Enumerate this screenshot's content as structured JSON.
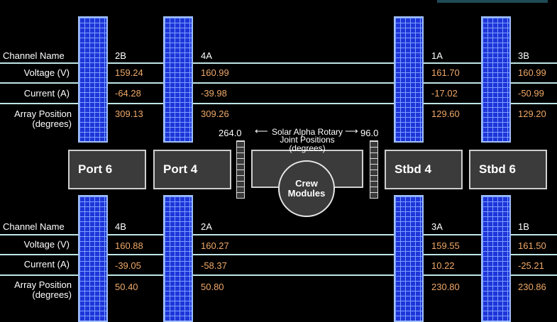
{
  "row_labels": {
    "channel": "Channel Name",
    "voltage": "Voltage (V)",
    "current": "Current (A)",
    "position_1": "Array Position",
    "position_2": "(degrees)"
  },
  "top": [
    {
      "channel": "2B",
      "voltage": "159.24",
      "current": "-64.28",
      "position": "309.13"
    },
    {
      "channel": "4A",
      "voltage": "160.99",
      "current": "-39.98",
      "position": "309.26"
    },
    {
      "channel": "1A",
      "voltage": "161.70",
      "current": "-17.02",
      "position": "129.60"
    },
    {
      "channel": "3B",
      "voltage": "160.99",
      "current": "-50.99",
      "position": "129.20"
    }
  ],
  "bottom": [
    {
      "channel": "4B",
      "voltage": "160.88",
      "current": "-39.05",
      "position": "50.40"
    },
    {
      "channel": "2A",
      "voltage": "160.27",
      "current": "-58.37",
      "position": "50.80"
    },
    {
      "channel": "3A",
      "voltage": "159.55",
      "current": "10.22",
      "position": "230.80"
    },
    {
      "channel": "1B",
      "voltage": "161.50",
      "current": "-25.21",
      "position": "230.86"
    }
  ],
  "modules": {
    "port6": "Port 6",
    "port4": "Port 4",
    "stbd4": "Stbd 4",
    "stbd6": "Stbd 6",
    "crew_1": "Crew",
    "crew_2": "Modules"
  },
  "sarj": {
    "port_angle": "264.0",
    "stbd_angle": "96.0",
    "label_1": "Solar Alpha Rotary",
    "label_2": "Joint Positions (degrees)"
  }
}
